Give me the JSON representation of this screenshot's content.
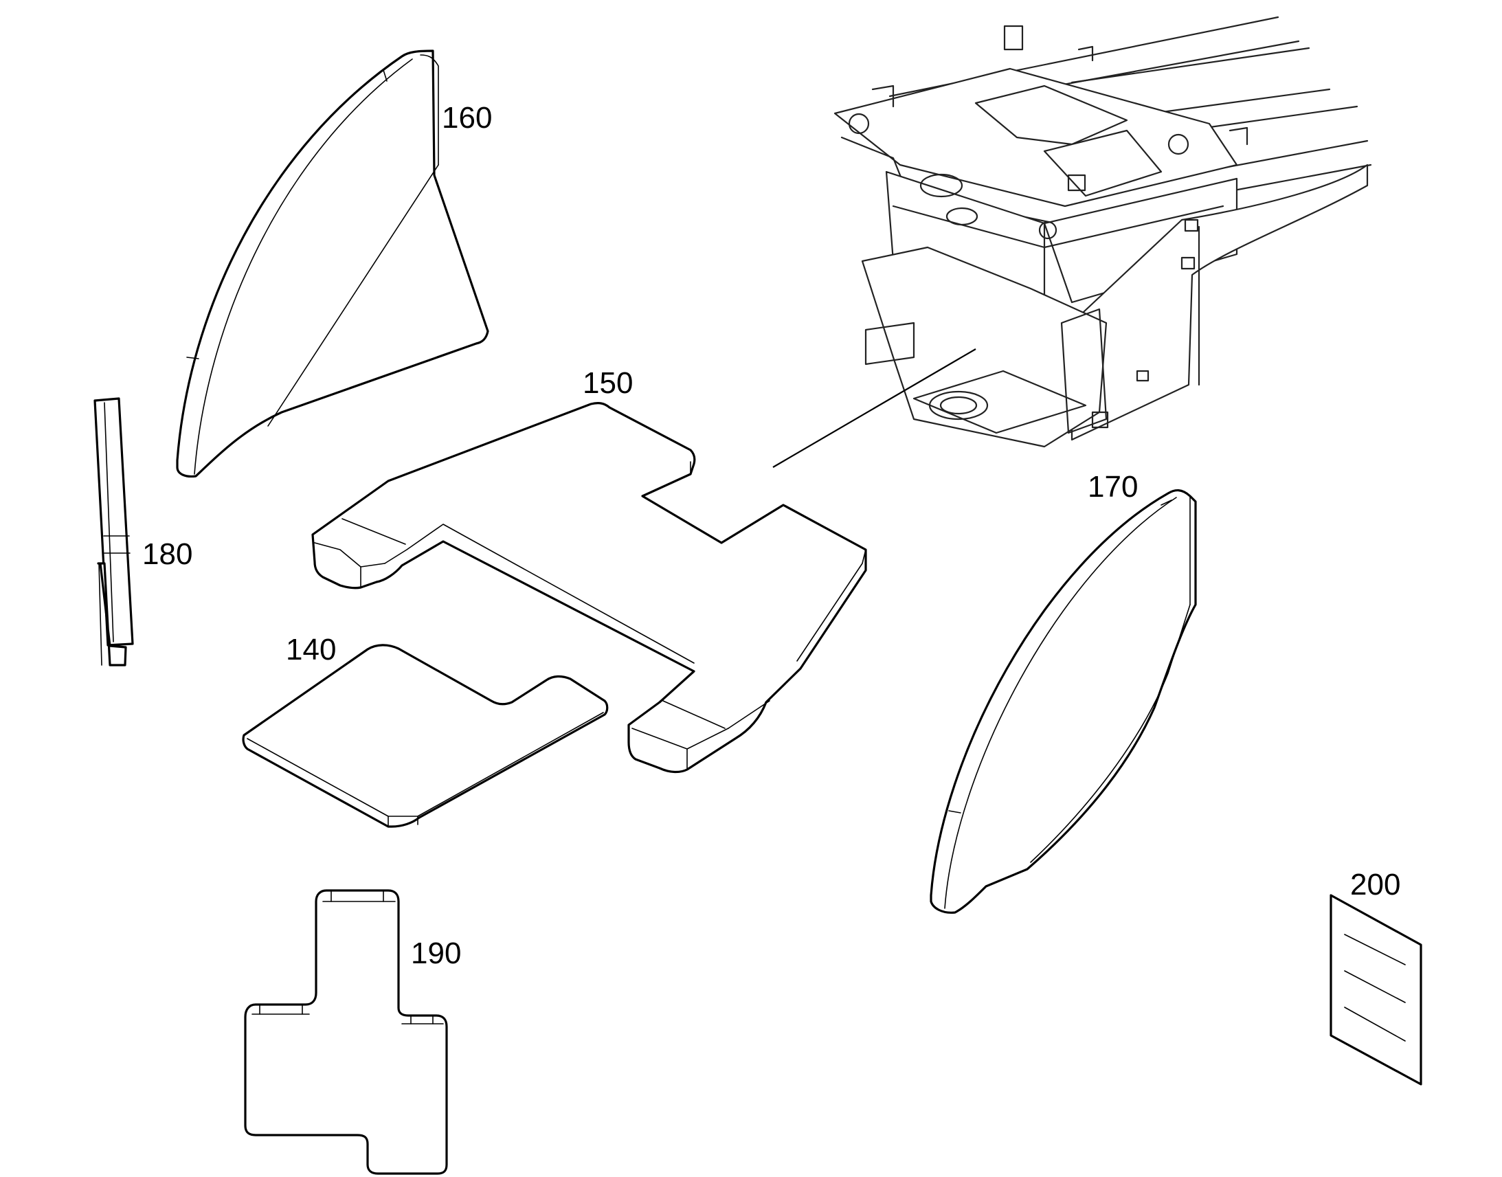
{
  "callouts": {
    "c140": "140",
    "c150": "150",
    "c160": "160",
    "c170": "170",
    "c180": "180",
    "c190": "190",
    "c200": "200"
  },
  "colors": {
    "line": "#000000",
    "background": "#ffffff"
  },
  "icons": {
    "document": "document-sheet-icon"
  }
}
